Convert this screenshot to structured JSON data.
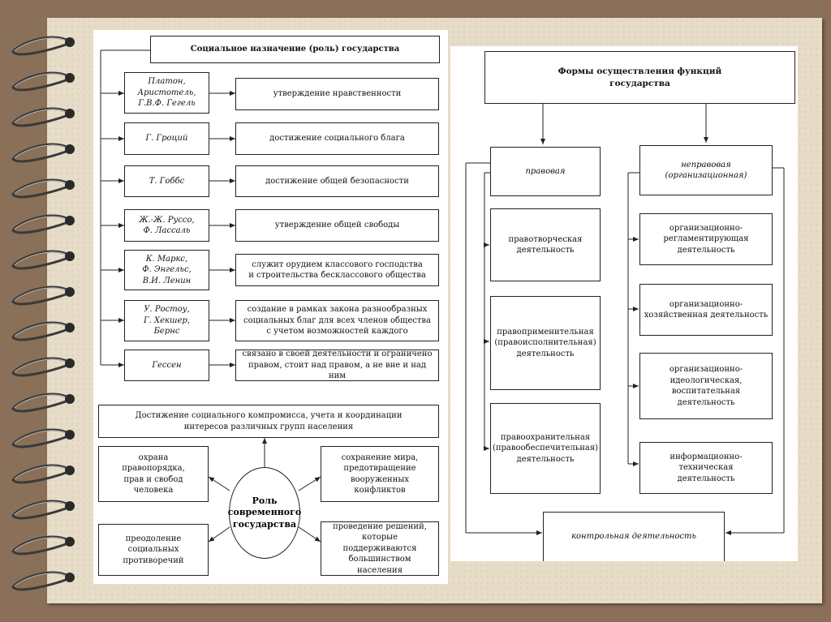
{
  "left": {
    "title": "Социальное назначение (роль) государства",
    "rows": [
      {
        "thinkers": "Платон,\nАристотель,\nГ.В.Ф. Гегель",
        "idea": "утверждение нравственности"
      },
      {
        "thinkers": "Г. Гроций",
        "idea": "достижение социального блага"
      },
      {
        "thinkers": "Т. Гоббс",
        "idea": "достижение общей безопасности"
      },
      {
        "thinkers": "Ж.-Ж. Руссо,\nФ. Лассаль",
        "idea": "утверждение общей свободы"
      },
      {
        "thinkers": "К. Маркс,\nФ. Энгельс,\nВ.И. Ленин",
        "idea": "служит орудием классового господства\nи строительства бесклассового общества"
      },
      {
        "thinkers": "У. Ростоу,\nГ. Хекшер,\nБернс",
        "idea": "создание в рамках закона разнообразных\nсоциальных благ для всех членов общества\nс учетом возможностей каждого"
      },
      {
        "thinkers": "Гессен",
        "idea": "связано в своей деятельности и ограничено\nправом, стоит над правом, а не вне и над ним"
      }
    ],
    "compromise": "Достижение социального компромисса, учета и координации\nинтересов различных групп населения",
    "center": "Роль\nсовременного\nгосударства",
    "roles": {
      "top_left": "охрана\nправопорядка,\nправ и свобод\nчеловека",
      "top_right": "сохранение мира,\nпредотвращение\nвооруженных\nконфликтов",
      "bottom_left": "преодоление\nсоциальных\nпротиворечий",
      "bottom_right": "проведение решений,\nкоторые поддерживаются\nбольшинством\nнаселения"
    }
  },
  "right": {
    "title": "Формы осуществления функций\nгосударства",
    "legal": "правовая",
    "nonlegal": "неправовая\n(организационная)",
    "legal_items": [
      "правотворческая\nдеятельность",
      "правоприменительная\n(правоисполнительная)\nдеятельность",
      "правоохранительная\n(правообеспечительная)\nдеятельность"
    ],
    "nonlegal_items": [
      "организационно-\nрегламентирующая\nдеятельность",
      "организационно-\nхозяйственная деятельность",
      "организационно-\nидеологическая,\nвоспитательная деятельность",
      "информационно-техническая\nдеятельность"
    ],
    "control": "контрольная деятельность"
  }
}
